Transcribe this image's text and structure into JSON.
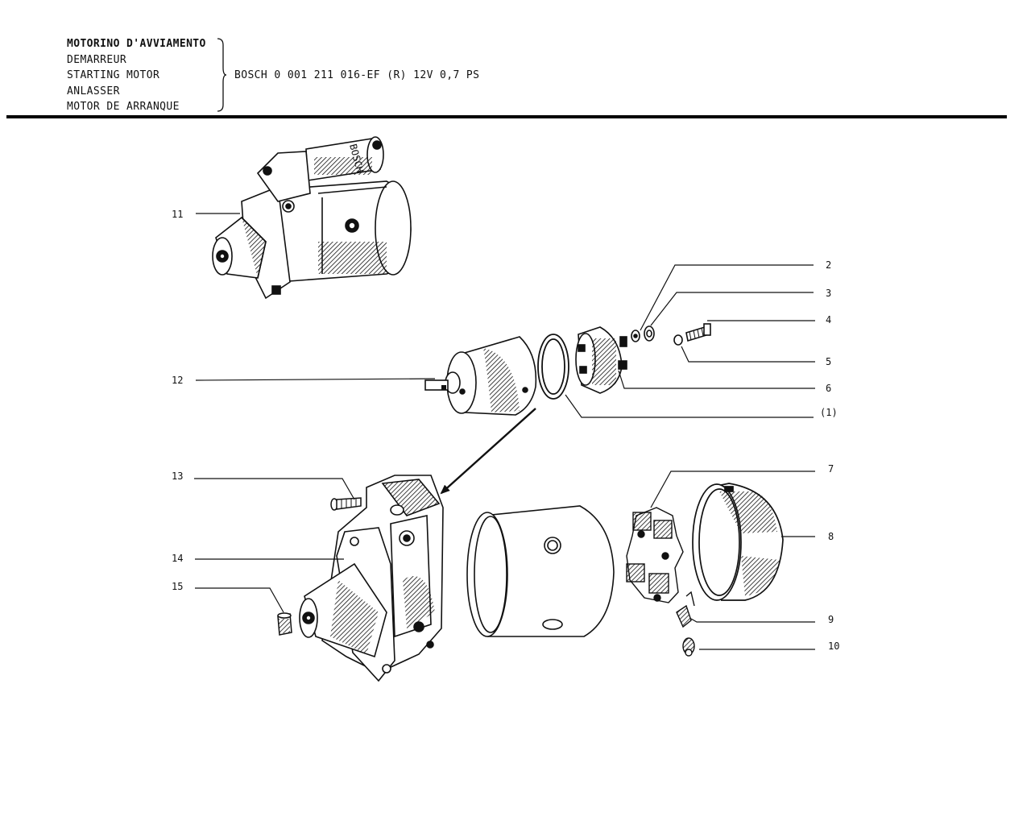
{
  "header": {
    "title_lines": [
      "MOTORINO D'AVVIAMENTO",
      "DEMARREUR",
      "STARTING MOTOR",
      "ANLASSER",
      "MOTOR DE ARRANQUE"
    ],
    "spec": "BOSCH 0 001 211 016-EF (R) 12V 0,7 PS"
  },
  "motor_text": "BOSCH",
  "callouts": [
    {
      "id": "11",
      "label": "11"
    },
    {
      "id": "12",
      "label": "12"
    },
    {
      "id": "13",
      "label": "13"
    },
    {
      "id": "14",
      "label": "14"
    },
    {
      "id": "15",
      "label": "15"
    },
    {
      "id": "2",
      "label": "2"
    },
    {
      "id": "3",
      "label": "3"
    },
    {
      "id": "4",
      "label": "4"
    },
    {
      "id": "5",
      "label": "5"
    },
    {
      "id": "6",
      "label": "6"
    },
    {
      "id": "1",
      "label": "(1)"
    },
    {
      "id": "7",
      "label": "7"
    },
    {
      "id": "8",
      "label": "8"
    },
    {
      "id": "9",
      "label": "9"
    },
    {
      "id": "10",
      "label": "10"
    }
  ]
}
